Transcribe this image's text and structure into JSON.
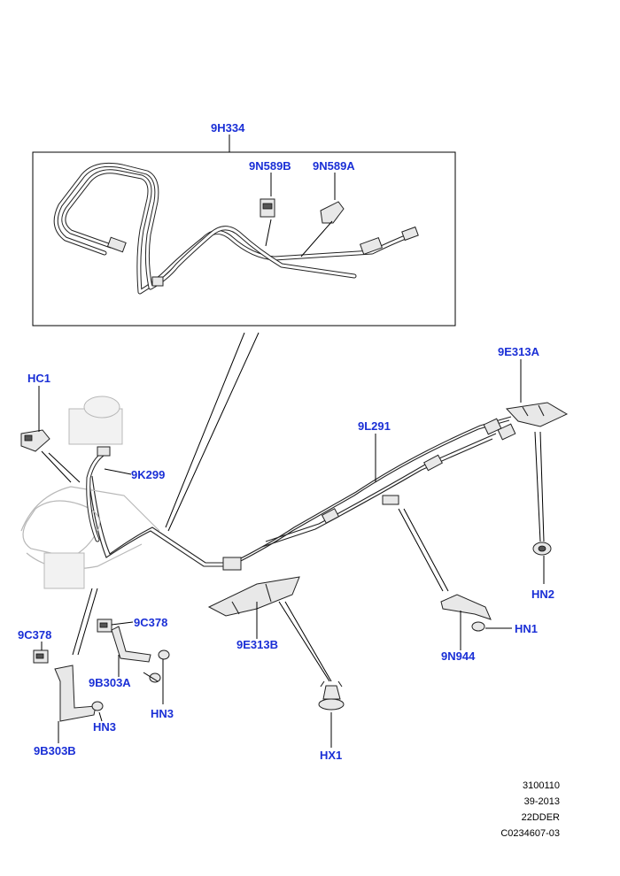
{
  "callouts": {
    "c_9H334": "9H334",
    "c_9N589B": "9N589B",
    "c_9N589A": "9N589A",
    "c_9E313A": "9E313A",
    "c_HC1": "HC1",
    "c_9L291": "9L291",
    "c_9K299": "9K299",
    "c_HN2": "HN2",
    "c_9C378_r": "9C378",
    "c_9C378_l": "9C378",
    "c_HN1": "HN1",
    "c_9E313B": "9E313B",
    "c_9B303A": "9B303A",
    "c_9N944": "9N944",
    "c_HN3_r": "HN3",
    "c_HN3_l": "HN3",
    "c_HX1": "HX1",
    "c_9B303B": "9B303B"
  },
  "reference": {
    "line1": "3100110",
    "line2": "39-2013",
    "line3": "22DDER",
    "line4": "C0234607-03"
  },
  "colors": {
    "callout_text": "#1a2fd6",
    "line_art": "#222222",
    "ghost_parts": "#b8b8b8"
  }
}
